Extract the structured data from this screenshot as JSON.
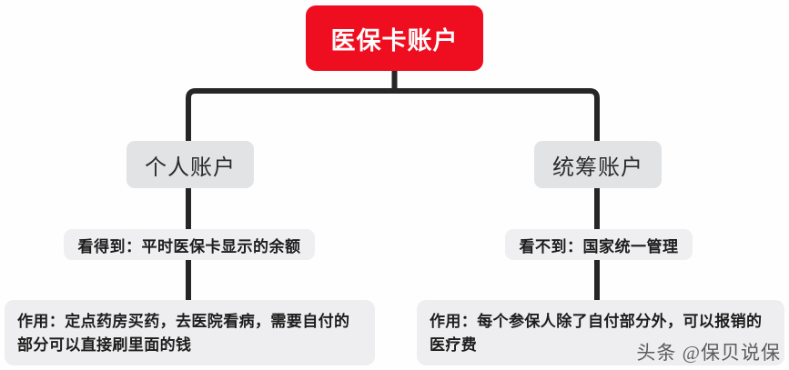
{
  "diagram": {
    "type": "tree",
    "title": "医保卡账户",
    "root": {
      "label": "医保卡账户",
      "color": "#ef0d20",
      "text_color": "#ffffff"
    },
    "branches": [
      {
        "label": "个人账户",
        "visibility": "看得到：平时医保卡显示的余额",
        "description": "作用：定点药房买药，去医院看病，需要自付的部分可以直接刷里面的钱"
      },
      {
        "label": "统筹账户",
        "visibility": "看不到：国家统一管理",
        "description": "作用：每个参保人除了自付部分外，可以报销的医疗费"
      }
    ],
    "node_color": "#e2e3e5",
    "tag_color": "#efeff1",
    "line_color": "#262626"
  },
  "watermark": {
    "text": "头条 @保贝说保"
  }
}
